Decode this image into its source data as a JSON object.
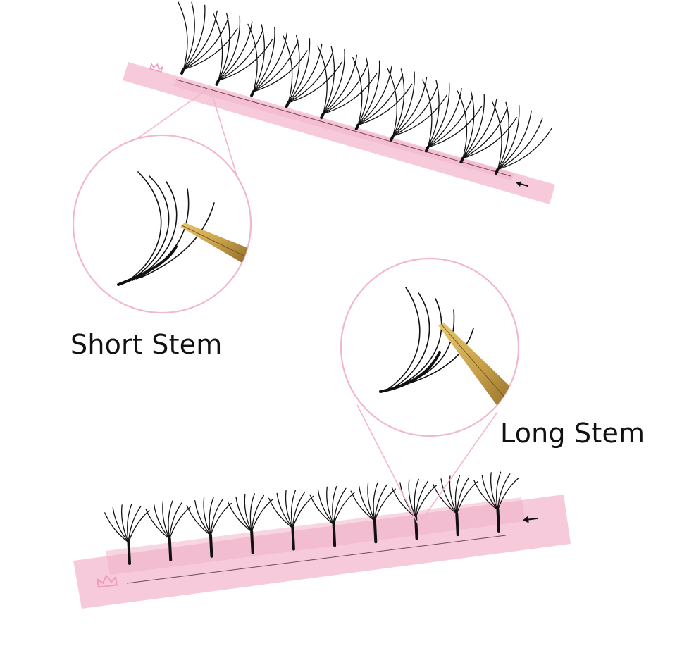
{
  "labels": {
    "short_stem": "Short Stem",
    "long_stem": "Long Stem"
  },
  "colors": {
    "background": "#ffffff",
    "strip_pink": "#f6c9d9",
    "strip_pink_light": "#fadbe6",
    "callout_pink": "#f2b7cc",
    "lash_black": "#111111",
    "tweezer_gold": "#c8a04a",
    "tweezer_dark": "#8a6a28"
  },
  "strips": [
    {
      "name": "short-stem-strip",
      "lash_fans": 10,
      "arrow": "left-arrow-icon",
      "logo": "crown-logo"
    },
    {
      "name": "long-stem-strip",
      "lash_fans": 10,
      "arrow": "left-arrow-icon",
      "logo": "crown-logo"
    }
  ]
}
